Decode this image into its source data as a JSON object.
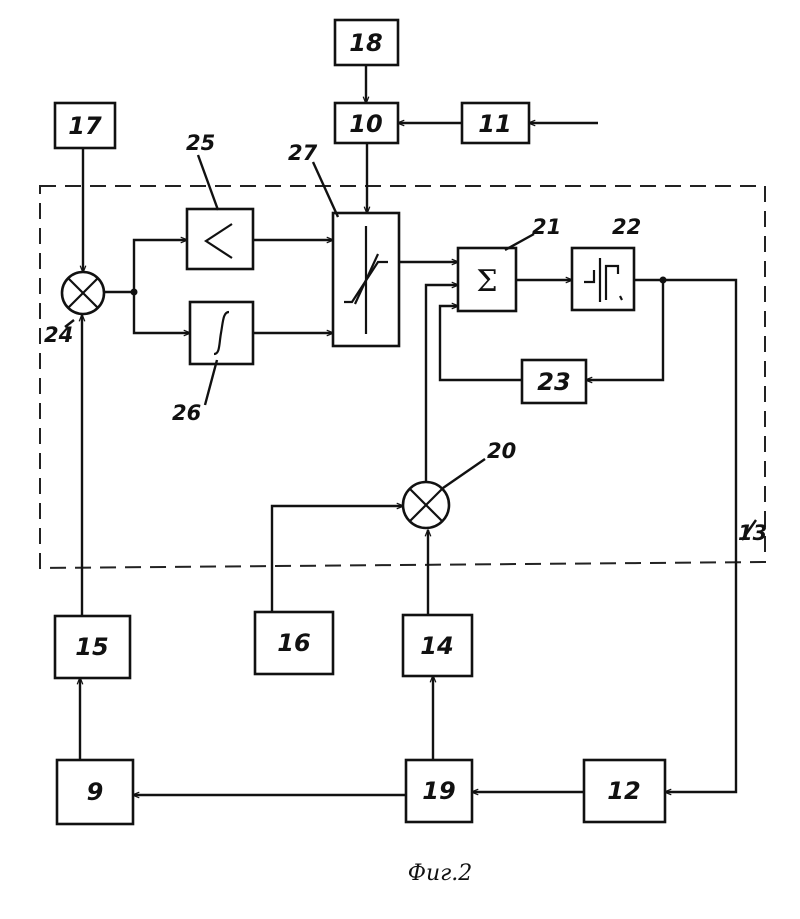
{
  "caption": "Фиг.2",
  "blocks": {
    "b9": "9",
    "b10": "10",
    "b11": "11",
    "b12": "12",
    "b14": "14",
    "b15": "15",
    "b16": "16",
    "b17": "17",
    "b18": "18",
    "b19": "19",
    "b23": "23"
  },
  "element_tags": {
    "t13": "13",
    "t20": "20",
    "t21": "21",
    "t22": "22",
    "t24": "24",
    "t25": "25",
    "t26": "26",
    "t27": "27"
  },
  "symbols": {
    "comparator": "<",
    "summator": "Σ"
  }
}
